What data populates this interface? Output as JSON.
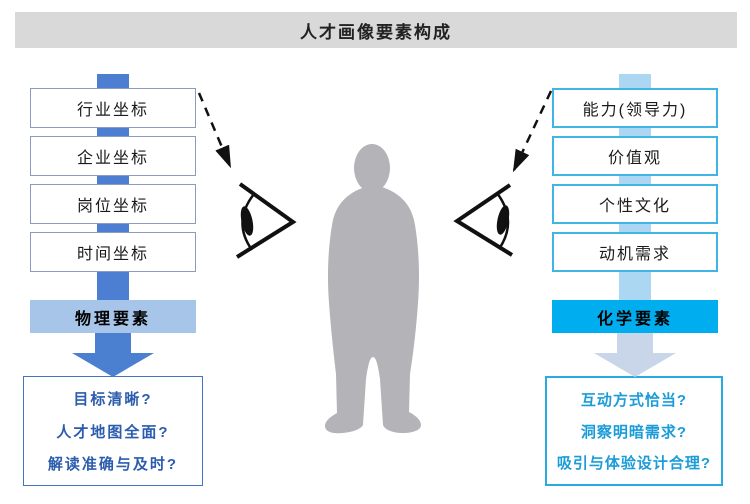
{
  "title": "人才画像要素构成",
  "title_bar": {
    "bg": "#D9D9D9"
  },
  "left": {
    "boxes": [
      "行业坐标",
      "企业坐标",
      "岗位坐标",
      "时间坐标"
    ],
    "category": "物理要素",
    "questions": [
      "目标清晰?",
      "人才地图全面?",
      "解读准确与及时?"
    ],
    "colors": {
      "connector": "#4C7FD1",
      "box_border": "#8A9CC0",
      "category_bg": "#A6C5E8",
      "arrow": "#4B7FD0",
      "question_border": "#4472C4",
      "question_text": "#2B5CAD"
    }
  },
  "right": {
    "boxes": [
      "能力(领导力)",
      "价值观",
      "个性文化",
      "动机需求"
    ],
    "category": "化学要素",
    "questions": [
      "互动方式恰当?",
      "洞察明暗需求?",
      "吸引与体验设计合理?"
    ],
    "colors": {
      "connector": "#ABD7F2",
      "box_border": "#41B4E6",
      "category_bg": "#00AEEF",
      "arrow": "#C9D5E8",
      "question_border": "#29ABE2",
      "question_text": "#1B9CD8"
    }
  },
  "center": {
    "figure": "person-silhouette",
    "figure_color": "#B3B3B8",
    "eye_icon": "eye-view-angle-icon",
    "dashed_connector_color": "#111111"
  }
}
